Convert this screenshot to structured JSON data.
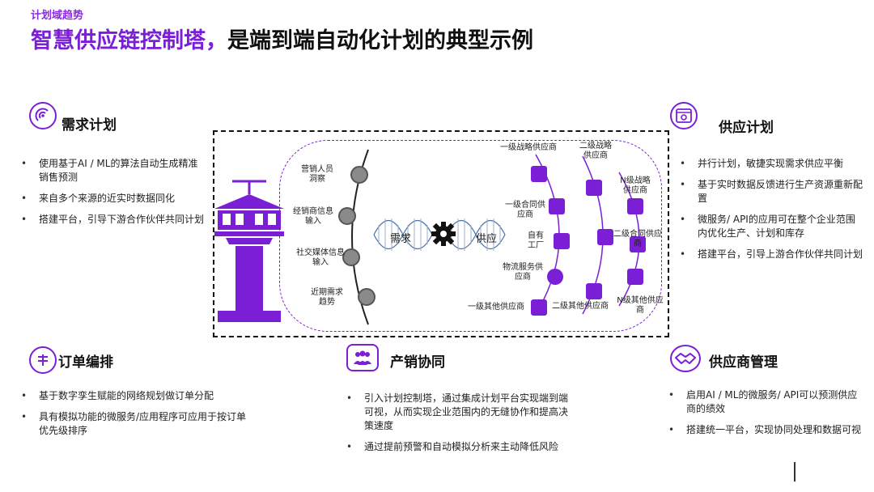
{
  "header": {
    "kicker": "计划域趋势",
    "title_accent": "智慧供应链控制塔，",
    "title_rest": "是端到端自动化计划的典型示例"
  },
  "sections": {
    "demand": {
      "title": "需求计划",
      "icon": "radar-icon",
      "bullets": [
        "使用基于AI / ML的算法自动生成精准销售预测",
        "来自多个来源的近实时数据同化",
        "搭建平台，引导下游合作伙伴共同计划"
      ]
    },
    "supply": {
      "title": "供应计划",
      "icon": "browser-gear-icon",
      "bullets": [
        "并行计划，敏捷实现需求供应平衡",
        "基于实时数据反馈进行生产资源重新配置",
        "微服务/ API的应用可在整个企业范围内优化生产、计划和库存",
        "搭建平台，引导上游合作伙伴共同计划"
      ]
    },
    "order": {
      "title": "订单编排",
      "icon": "order-icon",
      "bullets": [
        "基于数字孪生赋能的网络规划做订单分配",
        "具有模拟功能的微服务/应用程序可应用于按订单优先级排序"
      ]
    },
    "sop": {
      "title": "产销协同",
      "icon": "team-icon",
      "bullets": [
        "引入计划控制塔，通过集成计划平台实现端到端可视，从而实现企业范围内的无缝协作和提高决策速度",
        "通过提前预警和自动模拟分析来主动降低风险"
      ]
    },
    "supplier": {
      "title": "供应商管理",
      "icon": "handshake-icon",
      "bullets": [
        "启用AI / ML的微服务/ API可以预测供应商的绩效",
        "搭建统一平台，实现协同处理和数据可视"
      ]
    }
  },
  "diagram": {
    "demand_inputs": [
      "营销人员洞察",
      "经销商信息输入",
      "社交媒体信息输入",
      "近期需求趋势"
    ],
    "flow_left": "需求",
    "flow_right": "供应",
    "suppliers": {
      "tier1_strategic": "一级战略供应商",
      "tier2_strategic": "二级战略供应商",
      "tierN_strategic": "N级战略供应商",
      "tier1_contract": "一级合同供应商",
      "tier2_contract": "二级合同供应商",
      "own_factory": "自有工厂",
      "logistics": "物流服务供应商",
      "tier1_other": "一级其他供应商",
      "tier2_other": "二级其他供应商",
      "tierN_other": "N级其他供应商"
    }
  },
  "colors": {
    "accent": "#7a1fd6",
    "dna_blue": "#4a6fa5"
  }
}
